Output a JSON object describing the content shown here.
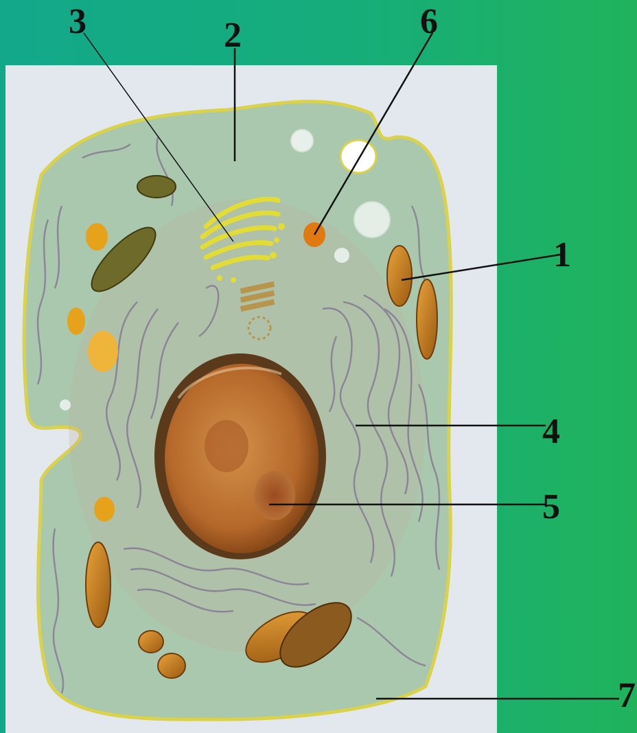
{
  "diagram": {
    "labels": [
      {
        "id": "label-1",
        "text": "1"
      },
      {
        "id": "label-2",
        "text": "2"
      },
      {
        "id": "label-3",
        "text": "3"
      },
      {
        "id": "label-4",
        "text": "4"
      },
      {
        "id": "label-5",
        "text": "5"
      },
      {
        "id": "label-6",
        "text": "6"
      },
      {
        "id": "label-7",
        "text": "7"
      }
    ]
  },
  "colors": {
    "background_green": "#16ad7a",
    "panel": "#e2e8ee",
    "cytoplasm": "#a9c8ae",
    "membrane": "#d9d24a",
    "nucleus": "#b3641c",
    "mitochondria": "#c7891f",
    "golgi": "#e2dc34",
    "er": "#8a7f95",
    "leader_line": "#111111"
  },
  "icons": [
    "mitochondrion",
    "golgi-apparatus",
    "endoplasmic-reticulum",
    "nucleus",
    "nucleolus",
    "lysosome",
    "vacuole",
    "centriole"
  ]
}
